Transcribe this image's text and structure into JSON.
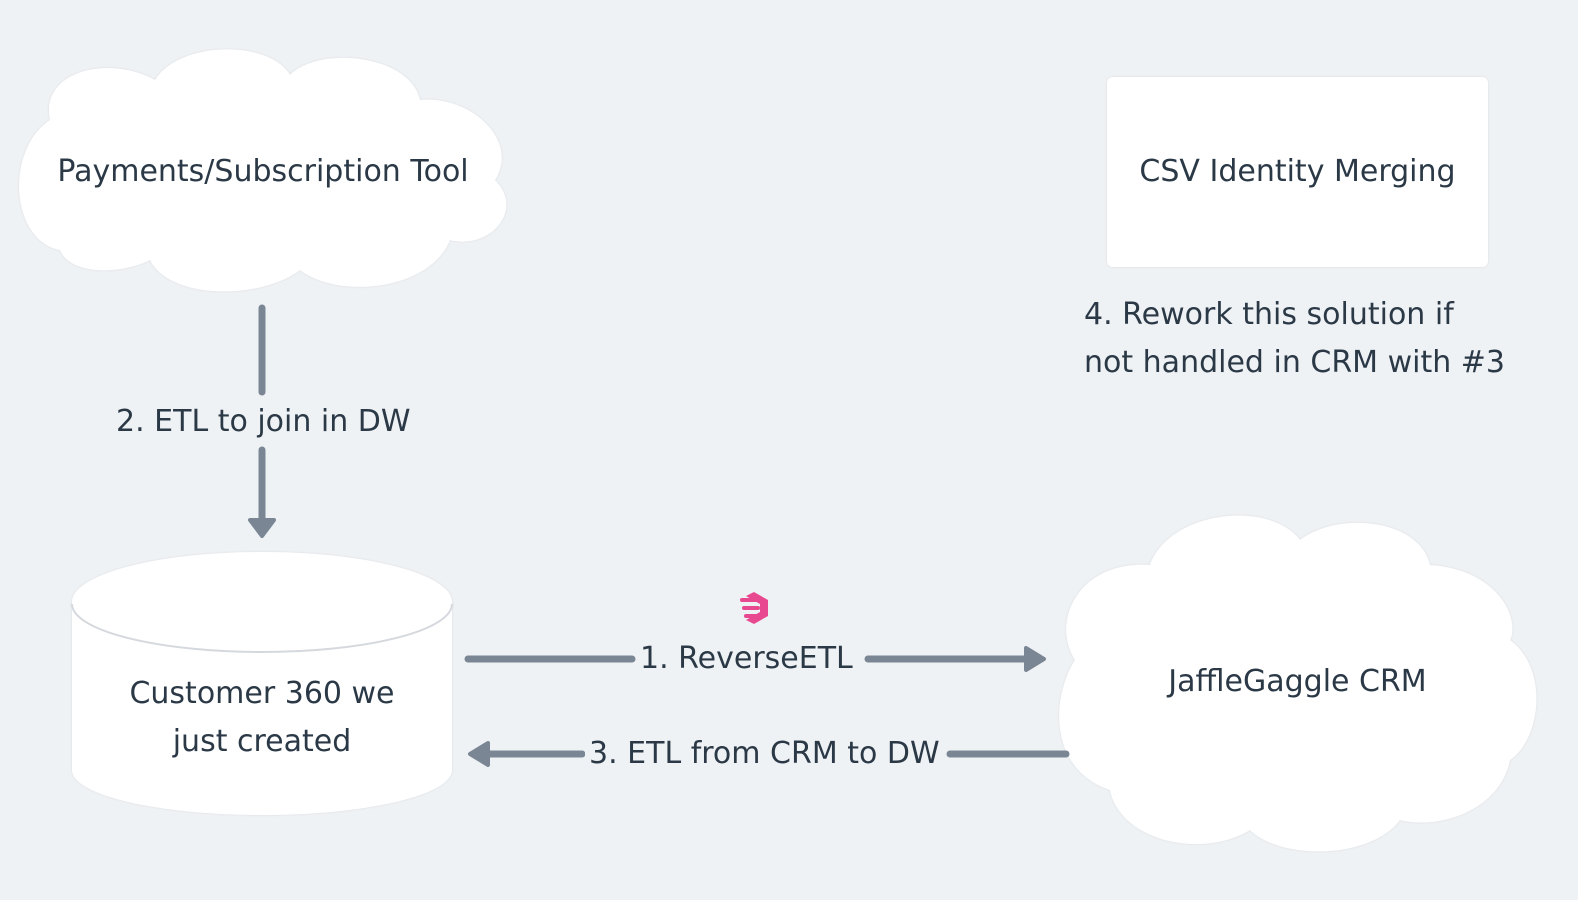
{
  "nodes": {
    "payments_tool": "Payments/Subscription Tool",
    "csv_merging": "CSV Identity Merging",
    "customer_360_line1": "Customer 360 we",
    "customer_360_line2": "just created",
    "crm": "JaffleGaggle CRM"
  },
  "edges": {
    "etl_join": "2. ETL to join in DW",
    "reverse_etl": "1. ReverseETL",
    "etl_from_crm": "3. ETL from CRM to DW"
  },
  "notes": {
    "rework_line1": "4. Rework this solution if",
    "rework_line2": "not handled in CRM with #3"
  },
  "colors": {
    "background": "#eff2f5",
    "arrow": "#7a8694",
    "text": "#2b3947",
    "brand_logo": "#e8488f",
    "node_fill": "#ffffff"
  },
  "icons": {
    "reverse_etl_logo": "hightouch-logo-icon"
  }
}
